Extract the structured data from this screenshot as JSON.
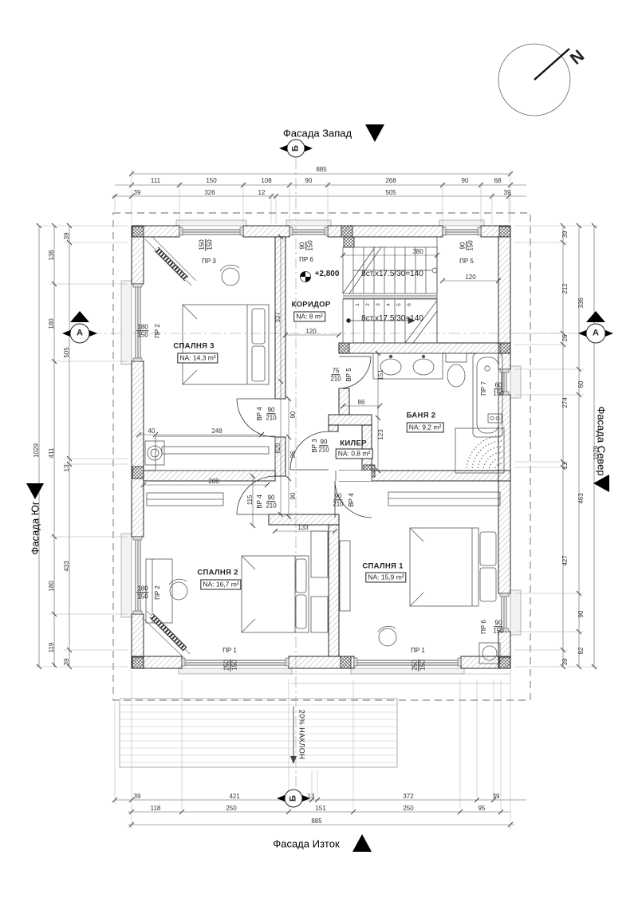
{
  "compass": {
    "north_letter": "N"
  },
  "facades": {
    "west": "Фасада Запад",
    "east": "Фасада Изток",
    "south": "Фасада Юг",
    "north": "Фасада Север"
  },
  "axes": {
    "a": "A",
    "b": "Б"
  },
  "level_mark": "+2,800",
  "stairs": {
    "flight_label": "8ст.х17.5/30=140",
    "flight_label2": "8ст.х17.5/30=140",
    "steps": [
      "1",
      "2",
      "3",
      "4",
      "5",
      "6"
    ]
  },
  "slope_label": "20% НАКЛОН",
  "rooms": {
    "bedroom3": {
      "name": "СПАЛНЯ 3",
      "area": "NA: 14,3 m²"
    },
    "corridor": {
      "name": "КОРИДОР",
      "area": "NA: 8 m²"
    },
    "bath": {
      "name": "БАНЯ 2",
      "area": "NA: 9,2 m²"
    },
    "pantry": {
      "name": "КИЛЕР",
      "area": "NA: 0,8 m²"
    },
    "bedroom2": {
      "name": "СПАЛНЯ 2",
      "area": "NA: 16,7 m²"
    },
    "bedroom1": {
      "name": "СПАЛНЯ 1",
      "area": "NA: 15,9 m²"
    }
  },
  "openings": {
    "pr3": {
      "label": "ПР 3",
      "w": "150",
      "h": "150"
    },
    "pr6_top": {
      "label": "ПР 6",
      "w": "90",
      "h": "150"
    },
    "pr5": {
      "label": "ПР 5",
      "w": "90",
      "h": "150"
    },
    "pr2_up": {
      "label": "ПР 2",
      "w": "180",
      "h": "150"
    },
    "pr2_low": {
      "label": "ПР 2",
      "w": "180",
      "h": "150"
    },
    "pr1_left": {
      "label": "ПР 1",
      "w": "250",
      "h": "150"
    },
    "pr1_right": {
      "label": "ПР 1",
      "w": "250",
      "h": "150"
    },
    "pr6_right": {
      "label": "ПР 6",
      "w": "90",
      "h": "150"
    },
    "pr7": {
      "label": "ПР 7",
      "w": "60",
      "h": "150"
    },
    "vr4_a": {
      "label": "ВР 4",
      "w": "90",
      "h": "210"
    },
    "vr4_b": {
      "label": "ВР 4",
      "w": "90",
      "h": "210"
    },
    "vr4_c": {
      "label": "ВР 4",
      "w": "90",
      "h": "210"
    },
    "vr5": {
      "label": "ВР 5",
      "w": "75",
      "h": "210"
    },
    "vr3": {
      "label": "ВР 3",
      "w": "90",
      "h": "210"
    }
  },
  "dims": {
    "top": {
      "total": "885",
      "row2": [
        "111",
        "150",
        "108",
        "90",
        "268",
        "90",
        "68"
      ],
      "row3": [
        "39",
        "326",
        "12",
        "505",
        "39"
      ]
    },
    "bottom": {
      "row1": [
        "39",
        "421",
        "13",
        "372",
        "39"
      ],
      "row2": [
        "118",
        "250",
        "151",
        "250",
        "95"
      ],
      "total": "885"
    },
    "left": {
      "total": "1029",
      "mid": [
        "136",
        "180",
        "411",
        "180",
        "119"
      ],
      "inner": [
        "39",
        "505",
        "13",
        "433",
        "39"
      ]
    },
    "right": {
      "total": "1029",
      "mid": [
        "336",
        "60",
        "463",
        "90",
        "82"
      ],
      "inner": [
        "39",
        "212",
        "26",
        "274",
        "13",
        "427",
        "39"
      ]
    },
    "interior": {
      "stair_w": "380",
      "landing": "120",
      "corr": "120",
      "c337": "337",
      "c620": "620",
      "s151": "151",
      "s123": "123",
      "s86": "86",
      "w288": "288",
      "w248": "248",
      "w40": "40",
      "w133": "133",
      "w115": "115",
      "d90a": "90",
      "w96": "96",
      "d90b": "90"
    }
  }
}
